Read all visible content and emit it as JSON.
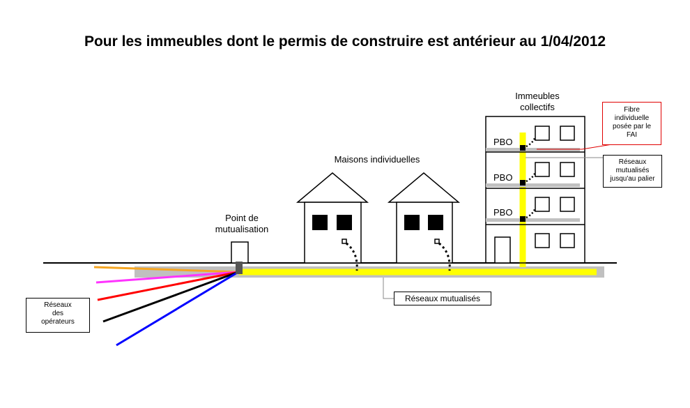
{
  "title": "Pour les immeubles dont le permis de construire est antérieur au 1/04/2012",
  "labels": {
    "point_mutualisation": [
      "Point de",
      "mutualisation"
    ],
    "maisons": "Maisons individuelles",
    "immeubles": [
      "Immeubles",
      "collectifs"
    ],
    "pbo": "PBO",
    "reseaux_mutualises": "Réseaux mutualisés",
    "reseaux_operateurs": [
      "Réseaux",
      "des",
      "opérateurs"
    ],
    "fibre_individuelle": [
      "Fibre",
      "individuelle",
      "posée par le",
      "FAI"
    ],
    "reseaux_palier": [
      "Réseaux",
      "mutualisés",
      "jusqu'au palier"
    ]
  },
  "colors": {
    "mutualised_network": "#ffff00",
    "operator_cables": [
      "#f5a623",
      "#ff33ff",
      "#ff0000",
      "#000000",
      "#0000ff"
    ],
    "fai_callout": "#e00000",
    "duct": "#c0c0c0"
  }
}
